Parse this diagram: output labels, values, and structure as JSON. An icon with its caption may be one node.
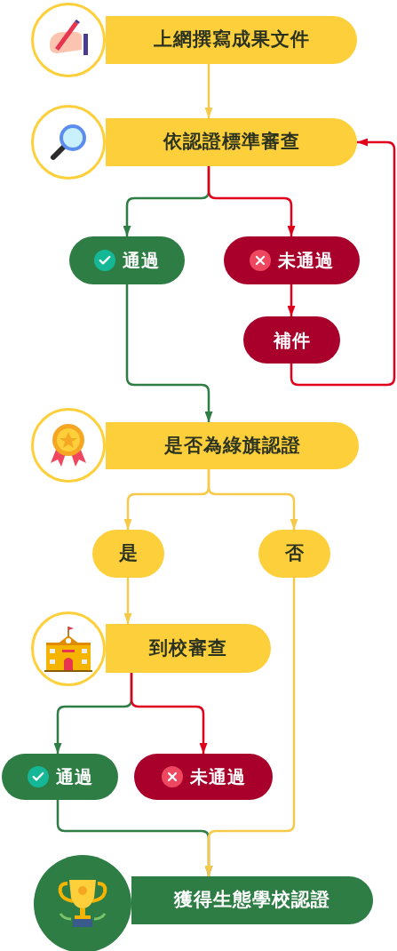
{
  "diagram": {
    "nodes": [
      {
        "text": [
          "上網撰寫成果文件"
        ]
      },
      {
        "text": [
          "依認證標準審查"
        ]
      },
      {
        "text": [
          "通過"
        ]
      },
      {
        "text": [
          "未通過"
        ]
      },
      {
        "text": [
          "補件"
        ]
      },
      {
        "text": [
          "是否為綠旗認證"
        ]
      },
      {
        "text": [
          "是"
        ]
      },
      {
        "text": [
          "否"
        ]
      },
      {
        "text": [
          "到校審查"
        ]
      },
      {
        "text": [
          "通過"
        ]
      },
      {
        "text": [
          "未通過"
        ]
      },
      {
        "text": [
          "獲得生態學校認證"
        ]
      }
    ],
    "edges": [
      {
        "from": 0,
        "to": 1,
        "arrow": "to"
      },
      {
        "from": 1,
        "to": 2,
        "arrow": "to",
        "color": "#2e7d45"
      },
      {
        "from": 1,
        "to": 3,
        "arrow": "to",
        "color": "#e0001b"
      },
      {
        "from": 3,
        "to": 4,
        "arrow": "to",
        "color": "#e0001b"
      },
      {
        "from": 4,
        "to": 1,
        "arrow": "to",
        "color": "#e0001b"
      },
      {
        "from": 2,
        "to": 5,
        "arrow": "to",
        "color": "#2e7d45"
      },
      {
        "from": 5,
        "to": 6,
        "arrow": "to"
      },
      {
        "from": 5,
        "to": 7,
        "arrow": "to"
      },
      {
        "from": 6,
        "to": 8,
        "arrow": "to"
      },
      {
        "from": 8,
        "to": 9,
        "arrow": "to",
        "color": "#2e7d45"
      },
      {
        "from": 8,
        "to": 10,
        "arrow": "to",
        "color": "#e0001b"
      },
      {
        "from": 9,
        "to": 11,
        "arrow": "to",
        "color": "#2e7d45"
      },
      {
        "from": 7,
        "to": 11,
        "arrow": "to"
      }
    ]
  }
}
